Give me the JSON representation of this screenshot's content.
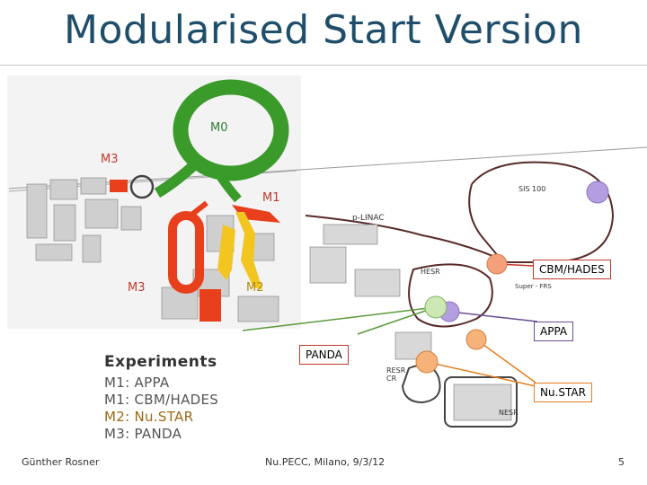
{
  "slide": {
    "title": "Modularised Start Version",
    "footer_left": "Günther Rosner",
    "footer_center": "Nu.PECC, Milano, 9/3/12",
    "page_number": "5"
  },
  "modules": {
    "m0": "M0",
    "m1": "M1",
    "m2": "M2",
    "m3_top": "M3",
    "m3_bottom": "M3"
  },
  "facility_labels": {
    "sis100": "SIS 100",
    "plinac": "p-LINAC",
    "hesr": "HESR",
    "super_frs": "Super - FRS",
    "resr_cr": "RESR\nCR",
    "nesr": "NESR"
  },
  "experiment_tags": {
    "cbm_hades": "CBM/HADES",
    "appa": "APPA",
    "panda": "PANDA",
    "nustar": "Nu.STAR"
  },
  "experiments": {
    "heading": "Experiments",
    "rows": [
      {
        "module": "M1:",
        "name": "APPA"
      },
      {
        "module": "M1:",
        "name": "CBM/HADES"
      },
      {
        "module": "M2:",
        "name": "Nu.STAR"
      },
      {
        "module": "M3:",
        "name": "PANDA"
      }
    ]
  },
  "colors": {
    "title": "#1f4e6a",
    "module_green": "#3a9a2a",
    "module_red": "#e8401c",
    "module_yellow": "#f2c521",
    "module_orange": "#f07a1e",
    "tag_cbm": "#c0392b",
    "tag_appa": "#6a4c93",
    "tag_panda": "#c0392b",
    "tag_nustar": "#e67e22",
    "marker_purple": "#b59ee0",
    "marker_salmon": "#f4a07a",
    "marker_green": "#cde8b5",
    "marker_orange": "#f7b27a",
    "ring_brown": "#5a2a2a"
  }
}
